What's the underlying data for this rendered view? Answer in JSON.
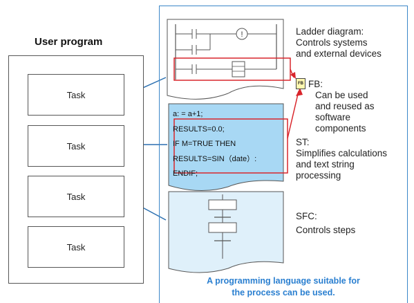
{
  "user_program": {
    "title": "User program",
    "tasks": [
      "Task",
      "Task",
      "Task",
      "Task"
    ]
  },
  "ladder": {
    "title": "Ladder diagram:",
    "desc_lines": [
      "Controls systems",
      "and external devices"
    ]
  },
  "fb": {
    "chip_label": "FB",
    "title": "FB:",
    "desc_lines": [
      "Can be used",
      "and reused as",
      "software",
      "components"
    ]
  },
  "st": {
    "code_lines": [
      "a: = a+1;",
      "RESULTS=0.0;",
      "IF M=TRUE THEN",
      "RESULTS=SIN（date）:",
      "ENDIF;"
    ],
    "title": "ST:",
    "desc_lines": [
      "Simplifies calculations",
      "and text string",
      "processing"
    ]
  },
  "sfc": {
    "title": "SFC:",
    "desc": "Controls steps"
  },
  "footer": {
    "lines": [
      "A programming language suitable for",
      "the process can be used."
    ]
  },
  "colors": {
    "frame_blue": "#3a86c8",
    "arrow_blue": "#2a6fb0",
    "st_fill": "#a8d8f4",
    "sfc_fill": "#dff0fa",
    "highlight_red": "#d9252b",
    "footer_text": "#2a7fd0",
    "fb_chip": "#fff8b0"
  }
}
